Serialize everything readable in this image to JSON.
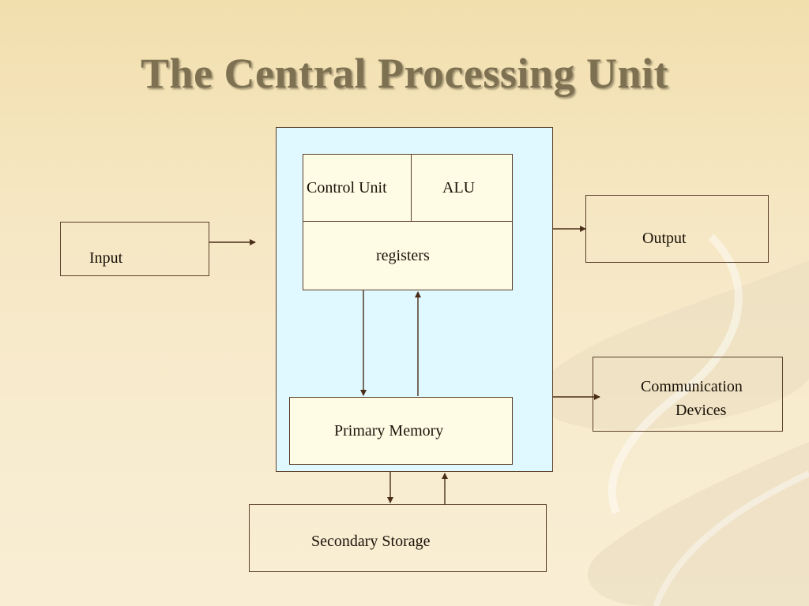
{
  "slide": {
    "title": "The Central Processing Unit"
  },
  "diagram": {
    "nodes": {
      "control_unit": "Control Unit",
      "alu": "ALU",
      "registers": "registers",
      "primary_memory": "Primary Memory",
      "input": "Input",
      "output": "Output",
      "communication_line1": "Communication",
      "communication_line2": "Devices",
      "secondary_storage": "Secondary Storage"
    }
  },
  "colors": {
    "background": "#f6e7c3",
    "title": "#7d7152",
    "cpu_fill": "#e0f8ff",
    "box_fill": "#fffce6",
    "line": "#5a3e28"
  }
}
